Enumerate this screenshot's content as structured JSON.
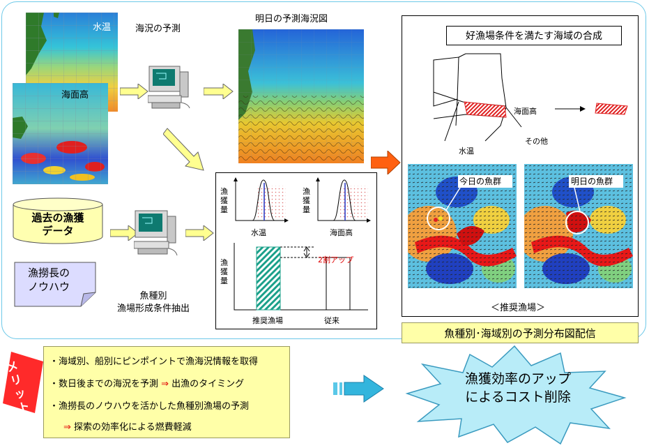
{
  "labels": {
    "water_temp_map": "水温",
    "sea_height_map": "海面高",
    "sea_forecast": "海況の予測",
    "tomorrow_map": "明日の予測海況図",
    "past_catch": "過去の漁獲データ",
    "past_catch_line1": "過去の漁獲",
    "past_catch_line2": "データ",
    "knowhow_line1": "漁撈長の",
    "knowhow_line2": "ノウハウ",
    "extract_line1": "魚種別",
    "extract_line2": "漁場形成条件抽出",
    "synthesis_title": "好漁場条件を満たす海域の合成",
    "synth_sea_height": "海面高",
    "synth_other": "その他",
    "synth_water_temp": "水温",
    "today_school": "今日の魚群",
    "tomorrow_school": "明日の魚群",
    "recommended_fishery": "＜推奨漁場＞",
    "distribution": "魚種別･海域別の予測分布図配信",
    "merit_badge": "メリット",
    "result_line1": "漁獲効率のアップ",
    "result_line2": "によるコスト削除"
  },
  "chart": {
    "ylabel": "漁獲量",
    "small_x1": "水温",
    "small_x2": "海面高",
    "up_label": "2割アップ",
    "bar_categories": [
      "推奨漁場",
      "従来"
    ]
  },
  "merits": {
    "line1": "・海域別、船別にピンポイントで漁海況情報を取得",
    "line2_pre": "・数日後までの海況を予測 ",
    "line2_arrow": "⇒",
    "line2_post": " 出漁のタイミング",
    "line3": "・漁撈長のノウハウを活かした魚種別漁場の予測",
    "line4_arrow": "⇒",
    "line4_post": " 探索の効率化による燃費軽減"
  },
  "chart_data": {
    "type": "bar",
    "categories": [
      "推奨漁場",
      "従来"
    ],
    "values": [
      120,
      100
    ],
    "annotation": "2割アップ"
  },
  "colors": {
    "panel_border": "#6cc8e8",
    "yellow_box": "#ffffa8",
    "merit_badge": "#ff2a2a",
    "arrow_orange": "#ff6010",
    "arrow_blue": "#33b5dd",
    "highlight_red": "#e00000"
  }
}
